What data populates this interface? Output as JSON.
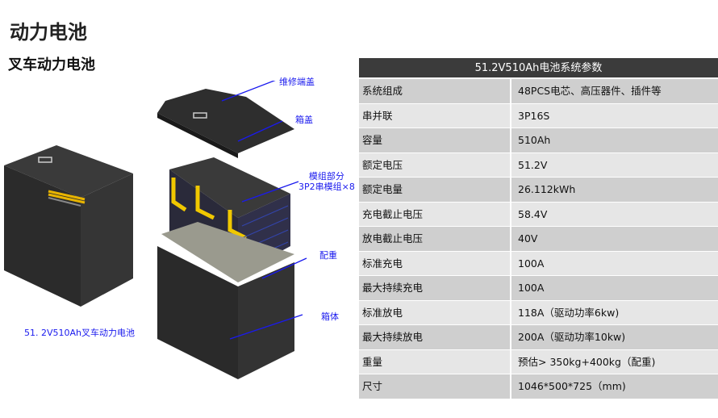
{
  "page": {
    "title": "动力电池",
    "subtitle": "叉车动力电池",
    "caption": "51. 2V510Ah叉车动力电池"
  },
  "diagram_labels": {
    "maintenance_cover": "维修端盖",
    "box_cover": "箱盖",
    "module_line1": "模组部分",
    "module_line2": "3P2串模组×8",
    "counterweight": "配重",
    "box_body": "箱体"
  },
  "table": {
    "header": "51.2V510Ah电池系统参数",
    "rows": [
      {
        "label": "系统组成",
        "value": "48PCS电芯、高压器件、插件等"
      },
      {
        "label": "串并联",
        "value": "3P16S"
      },
      {
        "label": "容量",
        "value": "510Ah"
      },
      {
        "label": "额定电压",
        "value": "51.2V"
      },
      {
        "label": "额定电量",
        "value": "26.112kWh"
      },
      {
        "label": "充电截止电压",
        "value": "58.4V"
      },
      {
        "label": "放电截止电压",
        "value": "40V"
      },
      {
        "label": "标准充电",
        "value": "100A"
      },
      {
        "label": "最大持续充电",
        "value": "100A"
      },
      {
        "label": "标准放电",
        "value": "118A（驱动功率6kw)"
      },
      {
        "label": "最大持续放电",
        "value": "200A（驱动功率10kw)"
      },
      {
        "label": "重量",
        "value": "预估> 350kg+400kg（配重)"
      },
      {
        "label": "尺寸",
        "value": "1046*500*725（mm)"
      }
    ]
  }
}
